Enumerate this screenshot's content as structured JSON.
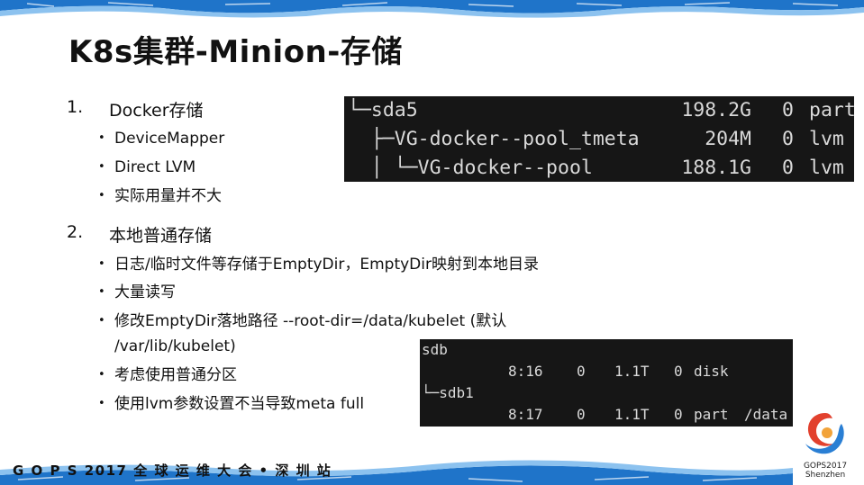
{
  "slide": {
    "title": "K8s集群-Minion-存储",
    "sections": [
      {
        "num": "1.",
        "label": "Docker存储",
        "bullets": [
          "DeviceMapper",
          "Direct LVM",
          "实际用量并不大"
        ]
      },
      {
        "num": "2.",
        "label": "本地普通存储",
        "bullets": [
          "日志/临时文件等存储于EmptyDir，EmptyDir映射到本地目录",
          "大量读写",
          "修改EmptyDir落地路径 --root-dir=/data/kubelet (默认",
          "/var/lib/kubelet)",
          "考虑使用普通分区",
          "使用lvm参数设置不当导致meta full"
        ]
      }
    ],
    "bullet_glyph": "•"
  },
  "terminal1": {
    "rows": [
      {
        "name": "└─sda5",
        "size": "198.2G",
        "ro": "0",
        "type": "part"
      },
      {
        "name": "  ├─VG-docker--pool_tmeta",
        "size": "204M",
        "ro": "0",
        "type": "lvm"
      },
      {
        "name": "  │ └─VG-docker--pool",
        "size": "188.1G",
        "ro": "0",
        "type": "lvm"
      }
    ]
  },
  "terminal2": {
    "rows": [
      {
        "name": "sdb",
        "majmin": "",
        "rm": "",
        "size": "",
        "ro": "",
        "type": "",
        "mount": ""
      },
      {
        "name": "",
        "majmin": "8:16",
        "rm": "0",
        "size": "1.1T",
        "ro": "0",
        "type": "disk",
        "mount": ""
      },
      {
        "name": "└─sdb1",
        "majmin": "",
        "rm": "",
        "size": "",
        "ro": "",
        "type": "",
        "mount": ""
      },
      {
        "name": "",
        "majmin": "8:17",
        "rm": "0",
        "size": "1.1T",
        "ro": "0",
        "type": "part",
        "mount": "/data"
      }
    ]
  },
  "footer": {
    "text": "G O P S 2017 全 球 运 维 大 会 • 深 圳 站",
    "logo_line1": "GOPS2017",
    "logo_line2": "Shenzhen"
  },
  "colors": {
    "band_blue": "#1f74c9",
    "band_light": "#8cc2ef",
    "terminal_bg": "#161616",
    "logo_red": "#e2412e",
    "logo_blue": "#2a7fd4"
  }
}
